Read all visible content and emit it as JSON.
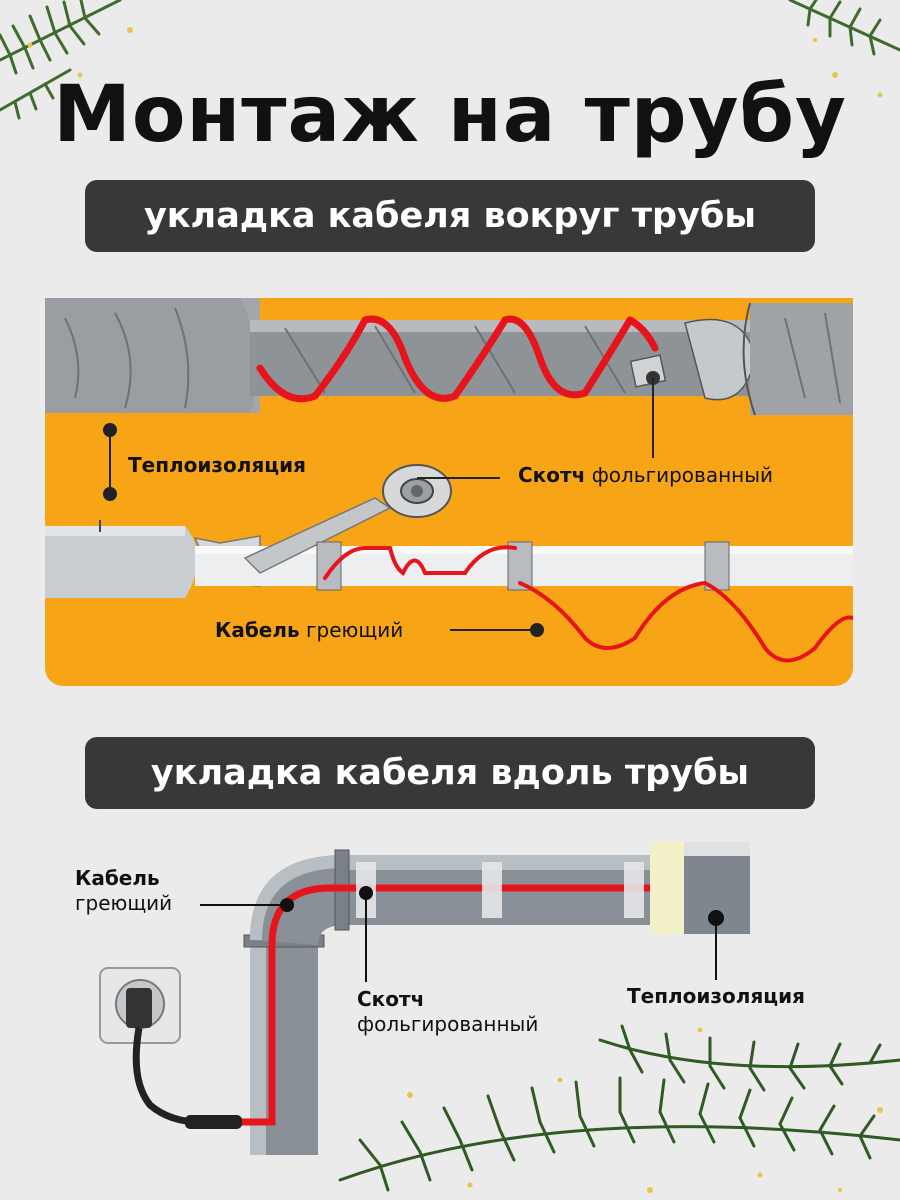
{
  "title": "Монтаж на трубу",
  "section1": {
    "heading": "укладка кабеля вокруг трубы",
    "insulation_label": "Теплоизоляция",
    "tape_label_bold": "Скотч",
    "tape_label_rest": "фольгированный",
    "cable_label_bold": "Кабель",
    "cable_label_rest": "греющий"
  },
  "section2": {
    "heading": "укладка кабеля вдоль трубы",
    "cable_label_bold": "Кабель",
    "cable_label_rest": "греющий",
    "tape_label_bold": "Скотч",
    "tape_label_rest": "фольгированный",
    "insulation_label": "Теплоизоляция"
  },
  "colors": {
    "panel": "#f7a416",
    "pill": "#383838",
    "cable": "#e8141b",
    "pipe": "#8e9398"
  }
}
